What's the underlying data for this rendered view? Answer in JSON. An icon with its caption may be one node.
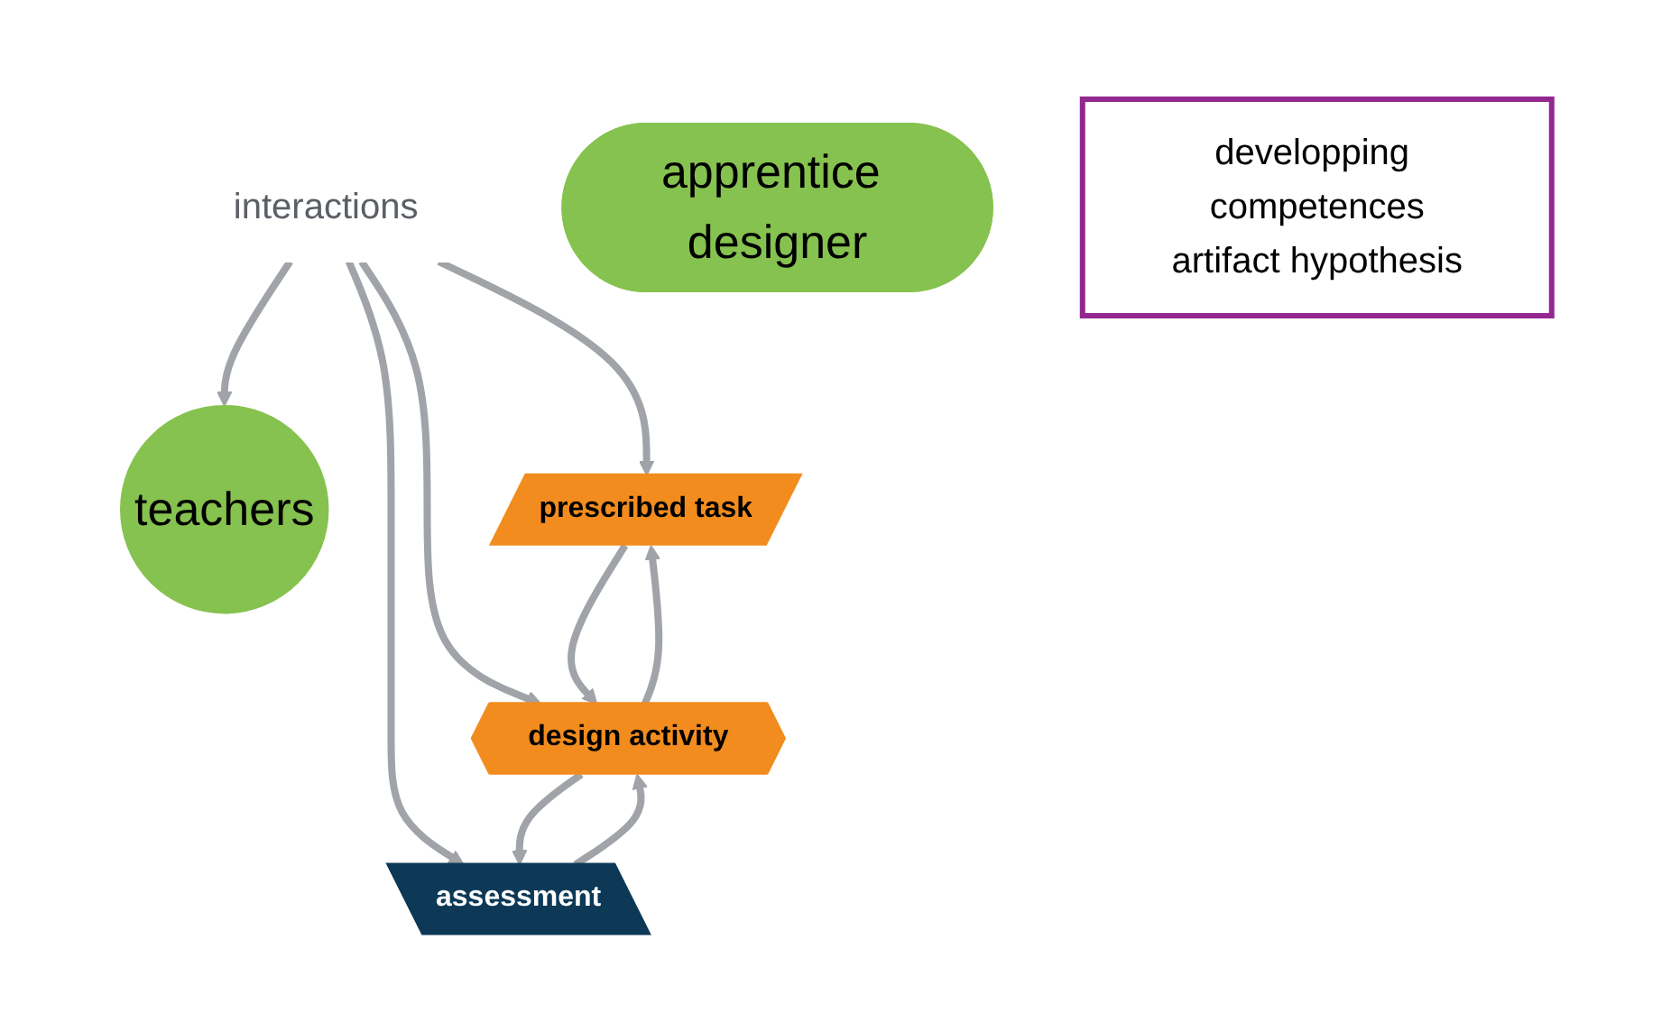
{
  "diagram": {
    "nodes": [
      {
        "text": [
          "teachers"
        ]
      },
      {
        "text": [
          "prescribed task"
        ]
      },
      {
        "text": [
          "assessment"
        ]
      },
      {
        "text": [
          "interactions"
        ]
      },
      {
        "text": [
          "apprentice designer"
        ]
      },
      {
        "text": [
          "design activity"
        ]
      },
      {
        "text": [
          "developping competences",
          "artifact hypothesis"
        ]
      }
    ],
    "edges": [
      {
        "from": 3,
        "to": 0,
        "arrow": "to"
      },
      {
        "from": 3,
        "to": 1,
        "arrow": "to"
      },
      {
        "from": 3,
        "to": 2,
        "arrow": "to"
      },
      {
        "from": 3,
        "to": 5,
        "arrow": "to"
      },
      {
        "from": 5,
        "to": 1,
        "arrow": "to"
      },
      {
        "from": 1,
        "to": 5,
        "arrow": "to"
      },
      {
        "from": 5,
        "to": 2,
        "arrow": "to"
      },
      {
        "from": 2,
        "to": 5,
        "arrow": "to"
      }
    ]
  }
}
